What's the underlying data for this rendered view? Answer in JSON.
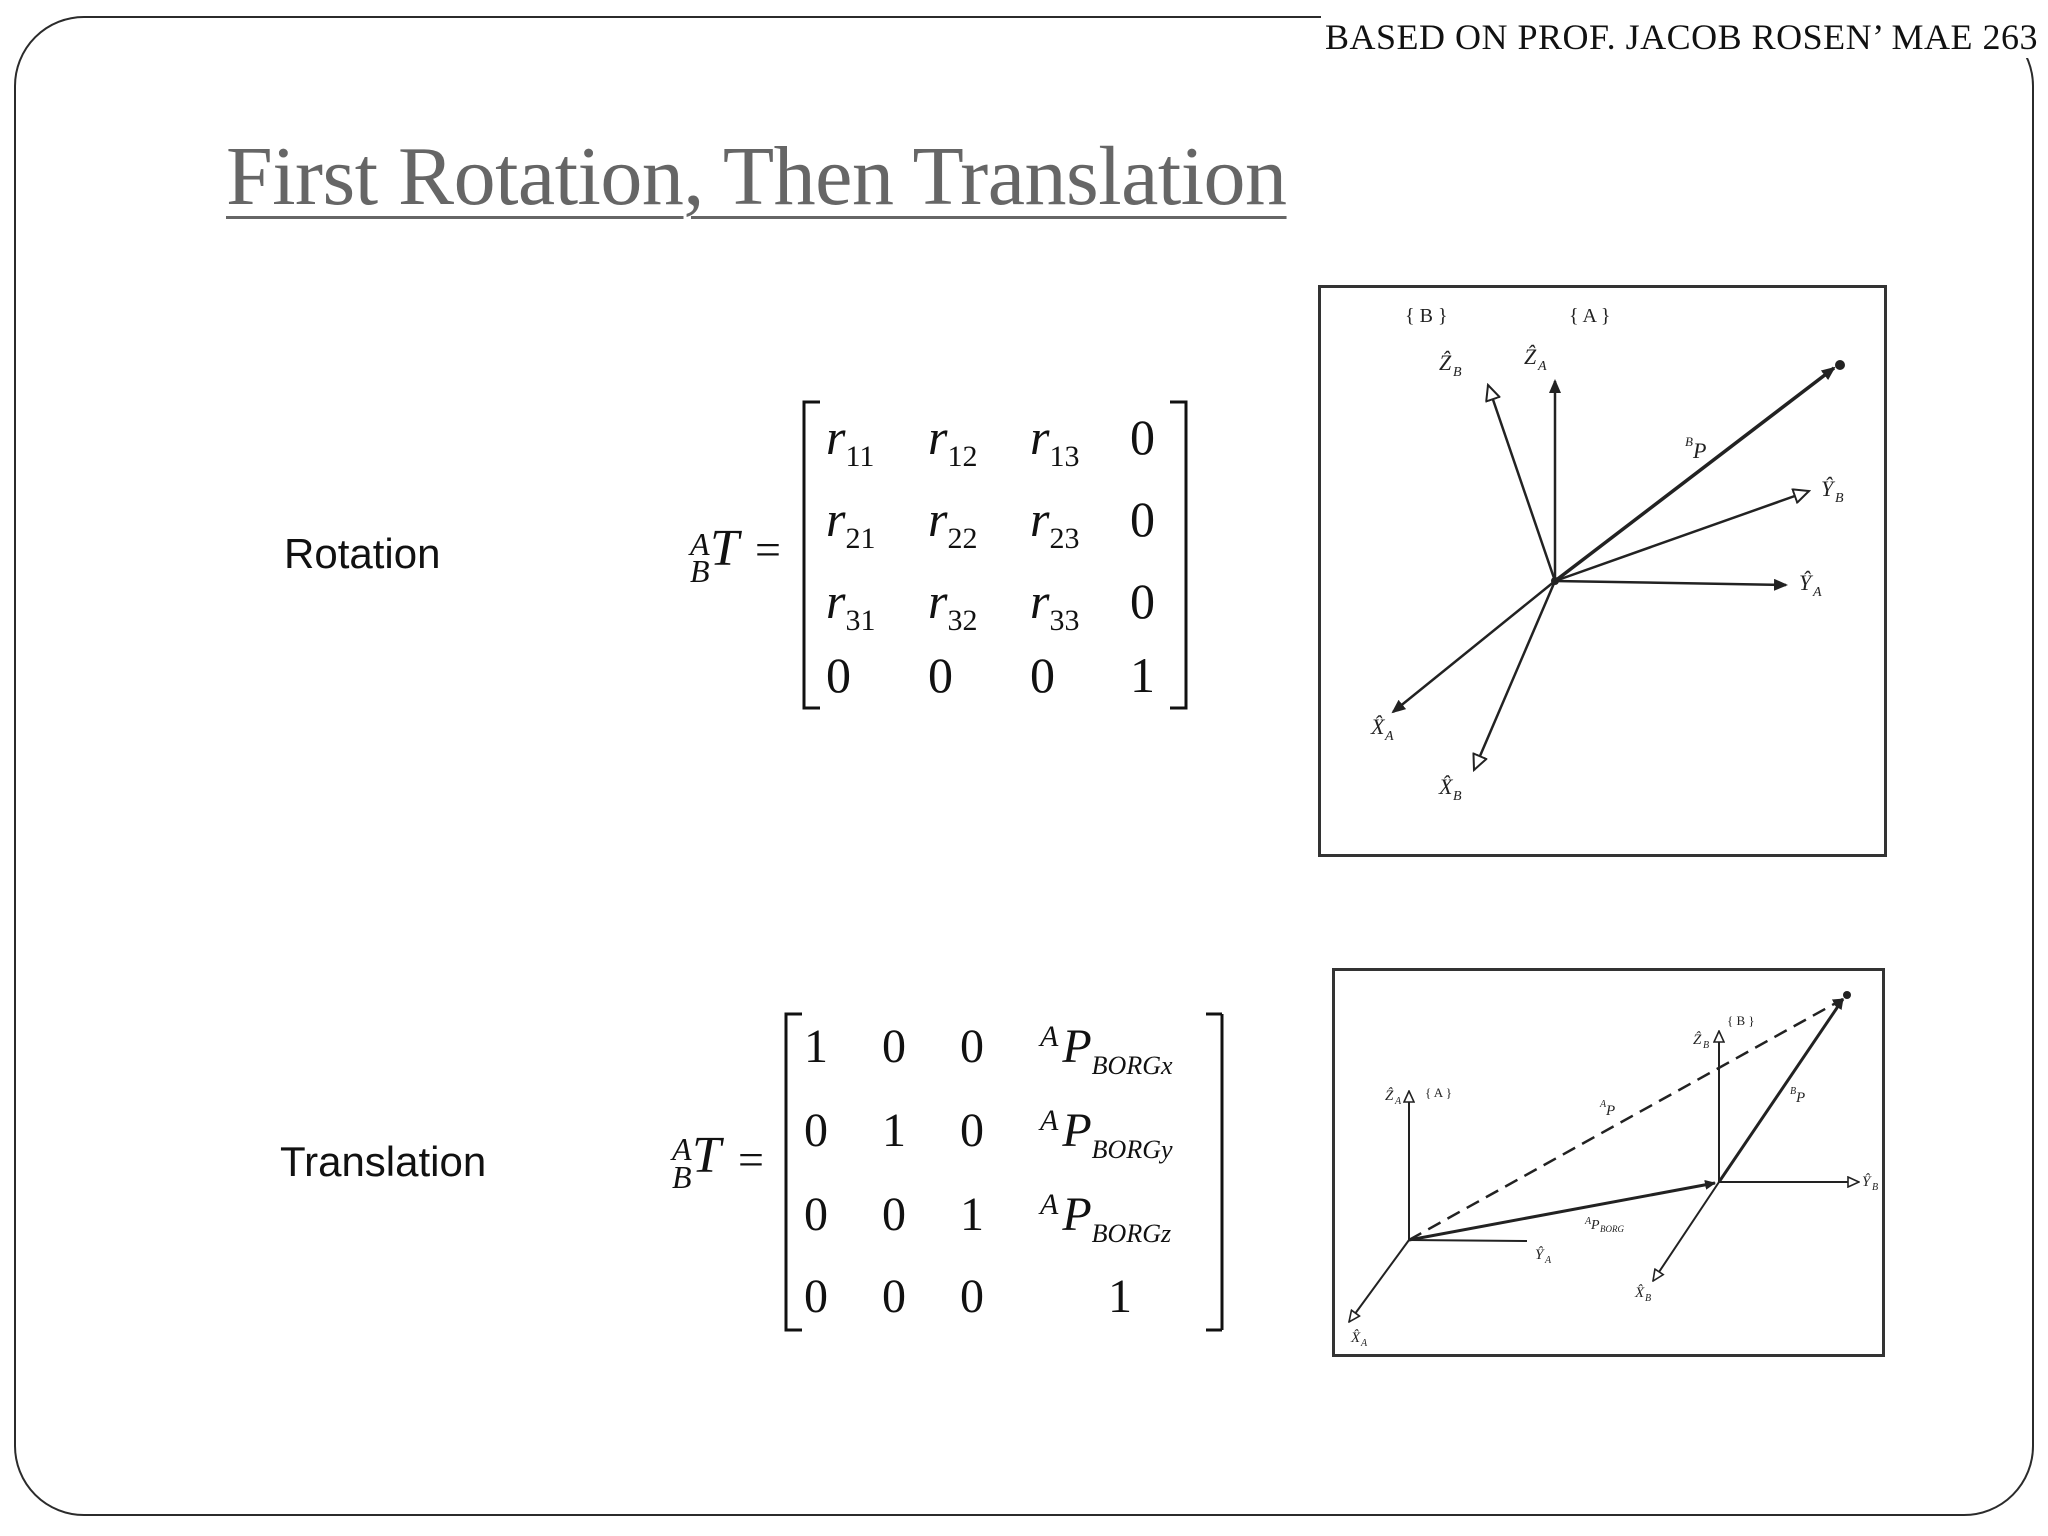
{
  "header": {
    "credit": "BASED ON PROF. JACOB ROSEN’ MAE 263"
  },
  "slide": {
    "title": "First Rotation, Then Translation"
  },
  "rotation": {
    "label": "Rotation",
    "lhs": {
      "sup": "A",
      "sub": "B",
      "sym": "T",
      "eq": "="
    },
    "matrix": [
      [
        {
          "b": "r",
          "s": "11"
        },
        {
          "b": "r",
          "s": "12"
        },
        {
          "b": "r",
          "s": "13"
        },
        {
          "b": "0"
        }
      ],
      [
        {
          "b": "r",
          "s": "21"
        },
        {
          "b": "r",
          "s": "22"
        },
        {
          "b": "r",
          "s": "23"
        },
        {
          "b": "0"
        }
      ],
      [
        {
          "b": "r",
          "s": "31"
        },
        {
          "b": "r",
          "s": "32"
        },
        {
          "b": "r",
          "s": "33"
        },
        {
          "b": "0"
        }
      ],
      [
        {
          "b": "0"
        },
        {
          "b": "0"
        },
        {
          "b": "0"
        },
        {
          "b": "1"
        }
      ]
    ],
    "figure": {
      "frame_b": "{ B }",
      "frame_a": "{ A }",
      "zb": "Ẑ",
      "zb_sub": "B",
      "za": "Ẑ",
      "za_sub": "A",
      "p": "P",
      "p_sup": "B",
      "yb": "Ŷ",
      "yb_sub": "B",
      "ya": "Ŷ",
      "ya_sub": "A",
      "xa": "X̂",
      "xa_sub": "A",
      "xb": "X̂",
      "xb_sub": "B"
    }
  },
  "translation": {
    "label": "Translation",
    "lhs": {
      "sup": "A",
      "sub": "B",
      "sym": "T",
      "eq": "="
    },
    "matrix": [
      [
        {
          "b": "1"
        },
        {
          "b": "0"
        },
        {
          "b": "0"
        },
        {
          "pre": "A",
          "b": "P",
          "s": "BORGx"
        }
      ],
      [
        {
          "b": "0"
        },
        {
          "b": "1"
        },
        {
          "b": "0"
        },
        {
          "pre": "A",
          "b": "P",
          "s": "BORGy"
        }
      ],
      [
        {
          "b": "0"
        },
        {
          "b": "0"
        },
        {
          "b": "1"
        },
        {
          "pre": "A",
          "b": "P",
          "s": "BORGz"
        }
      ],
      [
        {
          "b": "0"
        },
        {
          "b": "0"
        },
        {
          "b": "0"
        },
        {
          "b": "1"
        }
      ]
    ],
    "figure": {
      "frame_b": "{ B }",
      "frame_a": "{ A }",
      "zb": "Ẑ",
      "zb_sub": "B",
      "za": "Ẑ",
      "za_sub": "A",
      "p_a": "P",
      "p_a_sup": "A",
      "p_b": "P",
      "p_b_sup": "B",
      "p_borg": "P",
      "p_borg_sup": "A",
      "p_borg_sub": "BORG",
      "yb": "Ŷ",
      "yb_sub": "B",
      "ya": "Ŷ",
      "ya_sub": "A",
      "xa": "X̂",
      "xa_sub": "A",
      "xb": "X̂",
      "xb_sub": "B"
    }
  }
}
